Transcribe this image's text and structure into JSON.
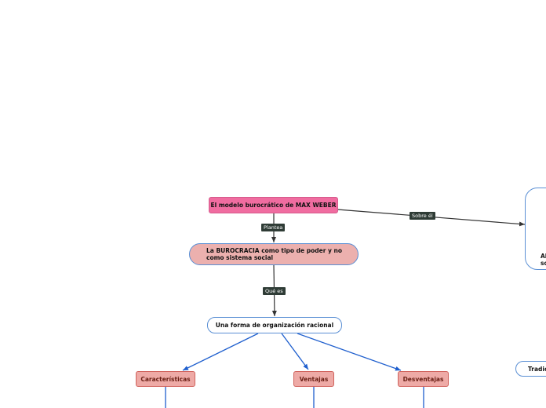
{
  "nodes": {
    "title": "El modelo burocrático de MAX WEBER",
    "burocracia": "La BUROCRACIA como tipo de poder y no como sistema social",
    "organizacion": "Una forma de organización racional",
    "caracteristicas": "Características",
    "ventajas": "Ventajas",
    "desventajas": "Desventajas",
    "right_big_partial_line1": "Al",
    "right_big_partial_line2": "so",
    "right_small_partial": "Tradic"
  },
  "edge_labels": {
    "plantea": "Plantea",
    "que_es": "Qué es",
    "sobre_el": "Sobre él"
  },
  "colors": {
    "root_fill": "#f06ca0",
    "salmon_fill": "#ecb0ae",
    "red_fill": "#eeaaa6",
    "blue_connector": "#1f5fce",
    "dark_connector": "#333333",
    "label_bg": "#2f3c36"
  }
}
